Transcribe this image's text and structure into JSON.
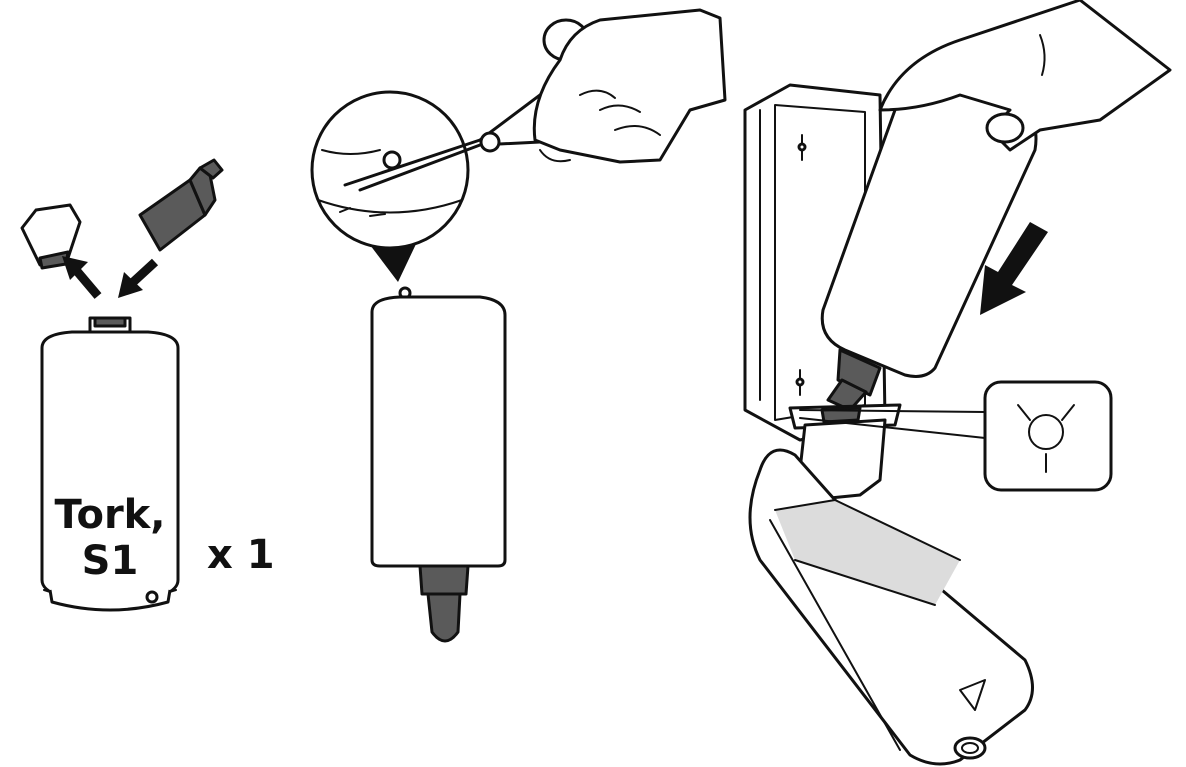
{
  "step1": {
    "bottle_label_line1": "Tork,",
    "bottle_label_line2": "S1",
    "quantity": "x 1"
  },
  "icons": {
    "arrow_up": "arrow-up-left-icon",
    "arrow_down": "arrow-down-left-icon",
    "insert_arrow": "arrow-down-icon",
    "click": "click-sound-icon"
  },
  "colors": {
    "line": "#111111",
    "dark_fill": "#5a5a5a",
    "light_fill": "#dcdcdc"
  }
}
